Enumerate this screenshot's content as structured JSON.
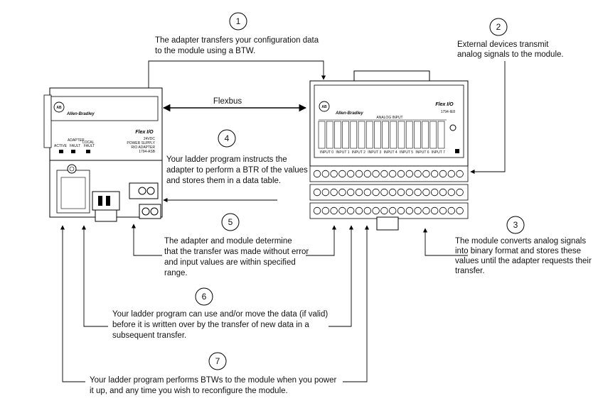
{
  "diagram": {
    "flexbus_label": "Flexbus",
    "adapter": {
      "brand": "Allen-Bradley",
      "logo_text": "AB",
      "flex_logo": "Flex I/O",
      "adapter_label": "ADAPTER",
      "active_label": "ACTIVE",
      "fault_label": "FAULT",
      "local_fault_1": "LOCAL",
      "local_fault_2": "FAULT",
      "spec_1": "24VDC",
      "spec_2": "POWER SUPPLY",
      "spec_3": "RIO ADAPTER",
      "spec_4": "1794-ASB"
    },
    "module": {
      "brand": "Allen-Bradley",
      "logo_text": "AB",
      "flex_logo": "Flex I/O",
      "catalog": "1794-IE8",
      "analog_input": "ANALOG INPUT",
      "inputs": [
        "INPUT 0",
        "INPUT 1",
        "INPUT 2",
        "INPUT 3",
        "INPUT 4",
        "INPUT 5",
        "INPUT 6",
        "INPUT 7"
      ]
    },
    "callouts": [
      {
        "num": "1",
        "lines": [
          "The adapter transfers your configuration data",
          "to the module using a BTW."
        ]
      },
      {
        "num": "2",
        "lines": [
          "External devices transmit",
          "analog signals to the module."
        ]
      },
      {
        "num": "3",
        "lines": [
          "The module converts analog signals",
          "into binary format and stores these",
          "values until the adapter requests their",
          "transfer."
        ]
      },
      {
        "num": "4",
        "lines": [
          "Your ladder program instructs the",
          "adapter to perform a BTR of the values",
          "and stores them in a data table."
        ]
      },
      {
        "num": "5",
        "lines": [
          "The adapter and module determine",
          "that the transfer was made without error",
          "and input values are within specified",
          "range."
        ]
      },
      {
        "num": "6",
        "lines": [
          "Your ladder program can use and/or move the data (if valid)",
          "before it is written over by the transfer of new data in a",
          "subsequent transfer."
        ]
      },
      {
        "num": "7",
        "lines": [
          "Your ladder program performs BTWs to the module when you power",
          "it up, and any time you wish to reconfigure the module."
        ]
      }
    ]
  }
}
